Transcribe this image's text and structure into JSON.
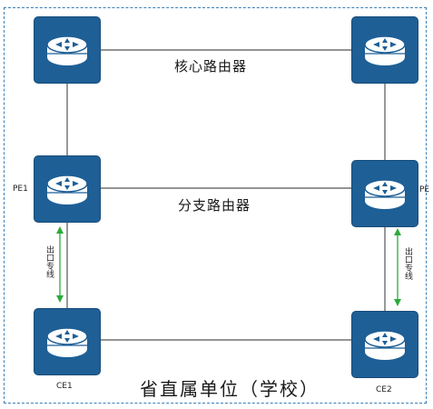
{
  "labels": {
    "core_router": "核心路由器",
    "branch_router": "分支路由器",
    "pe1": "PE1",
    "pe2": "PE",
    "ce1": "CE1",
    "ce2": "CE2",
    "link_left": "出口专线",
    "link_right": "出口专线",
    "unit": "省直属单位（学校）"
  },
  "colors": {
    "router_fill": "#1e5f96",
    "frame_border": "#3a7fb8",
    "arrow": "#2eaa3c",
    "link": "#555555"
  },
  "icons": {
    "router": "router-icon",
    "arrow": "double-arrow-icon"
  }
}
